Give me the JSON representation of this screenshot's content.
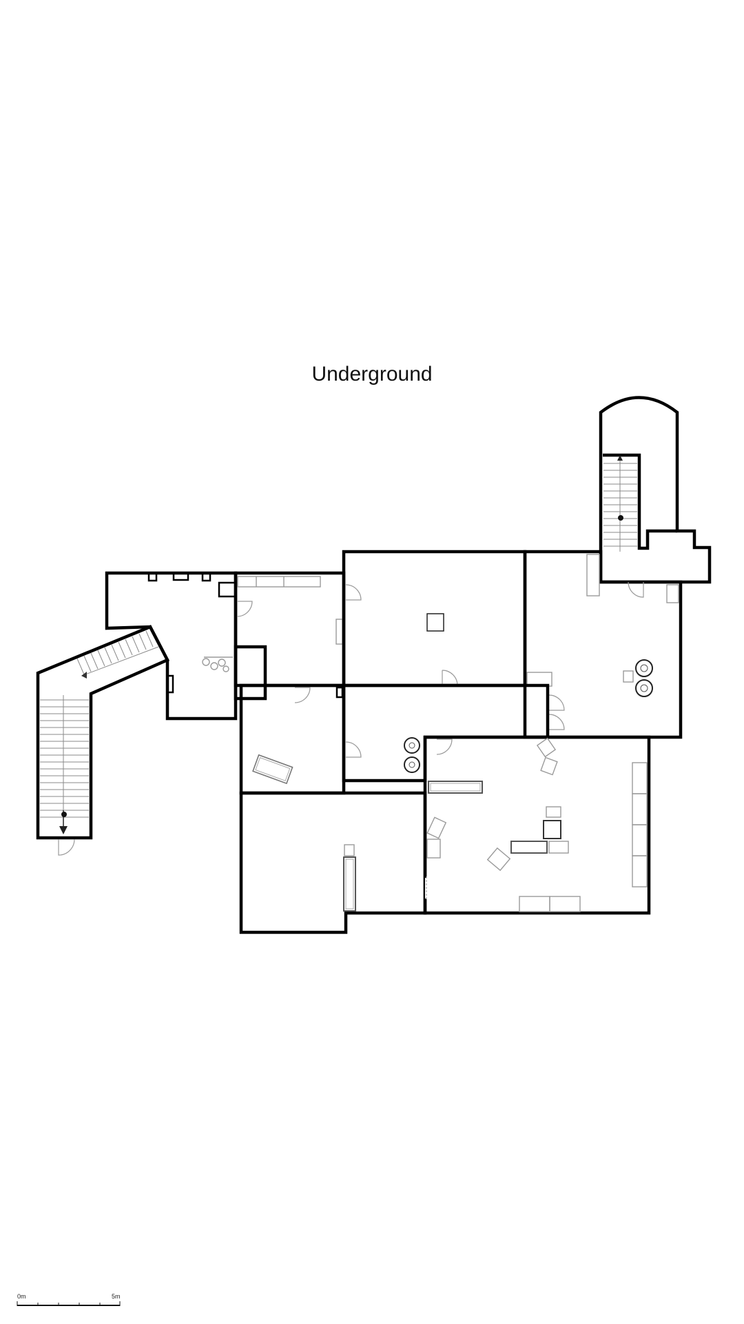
{
  "title": "Underground",
  "scale": {
    "start_label": "0m",
    "end_label": "5m"
  }
}
